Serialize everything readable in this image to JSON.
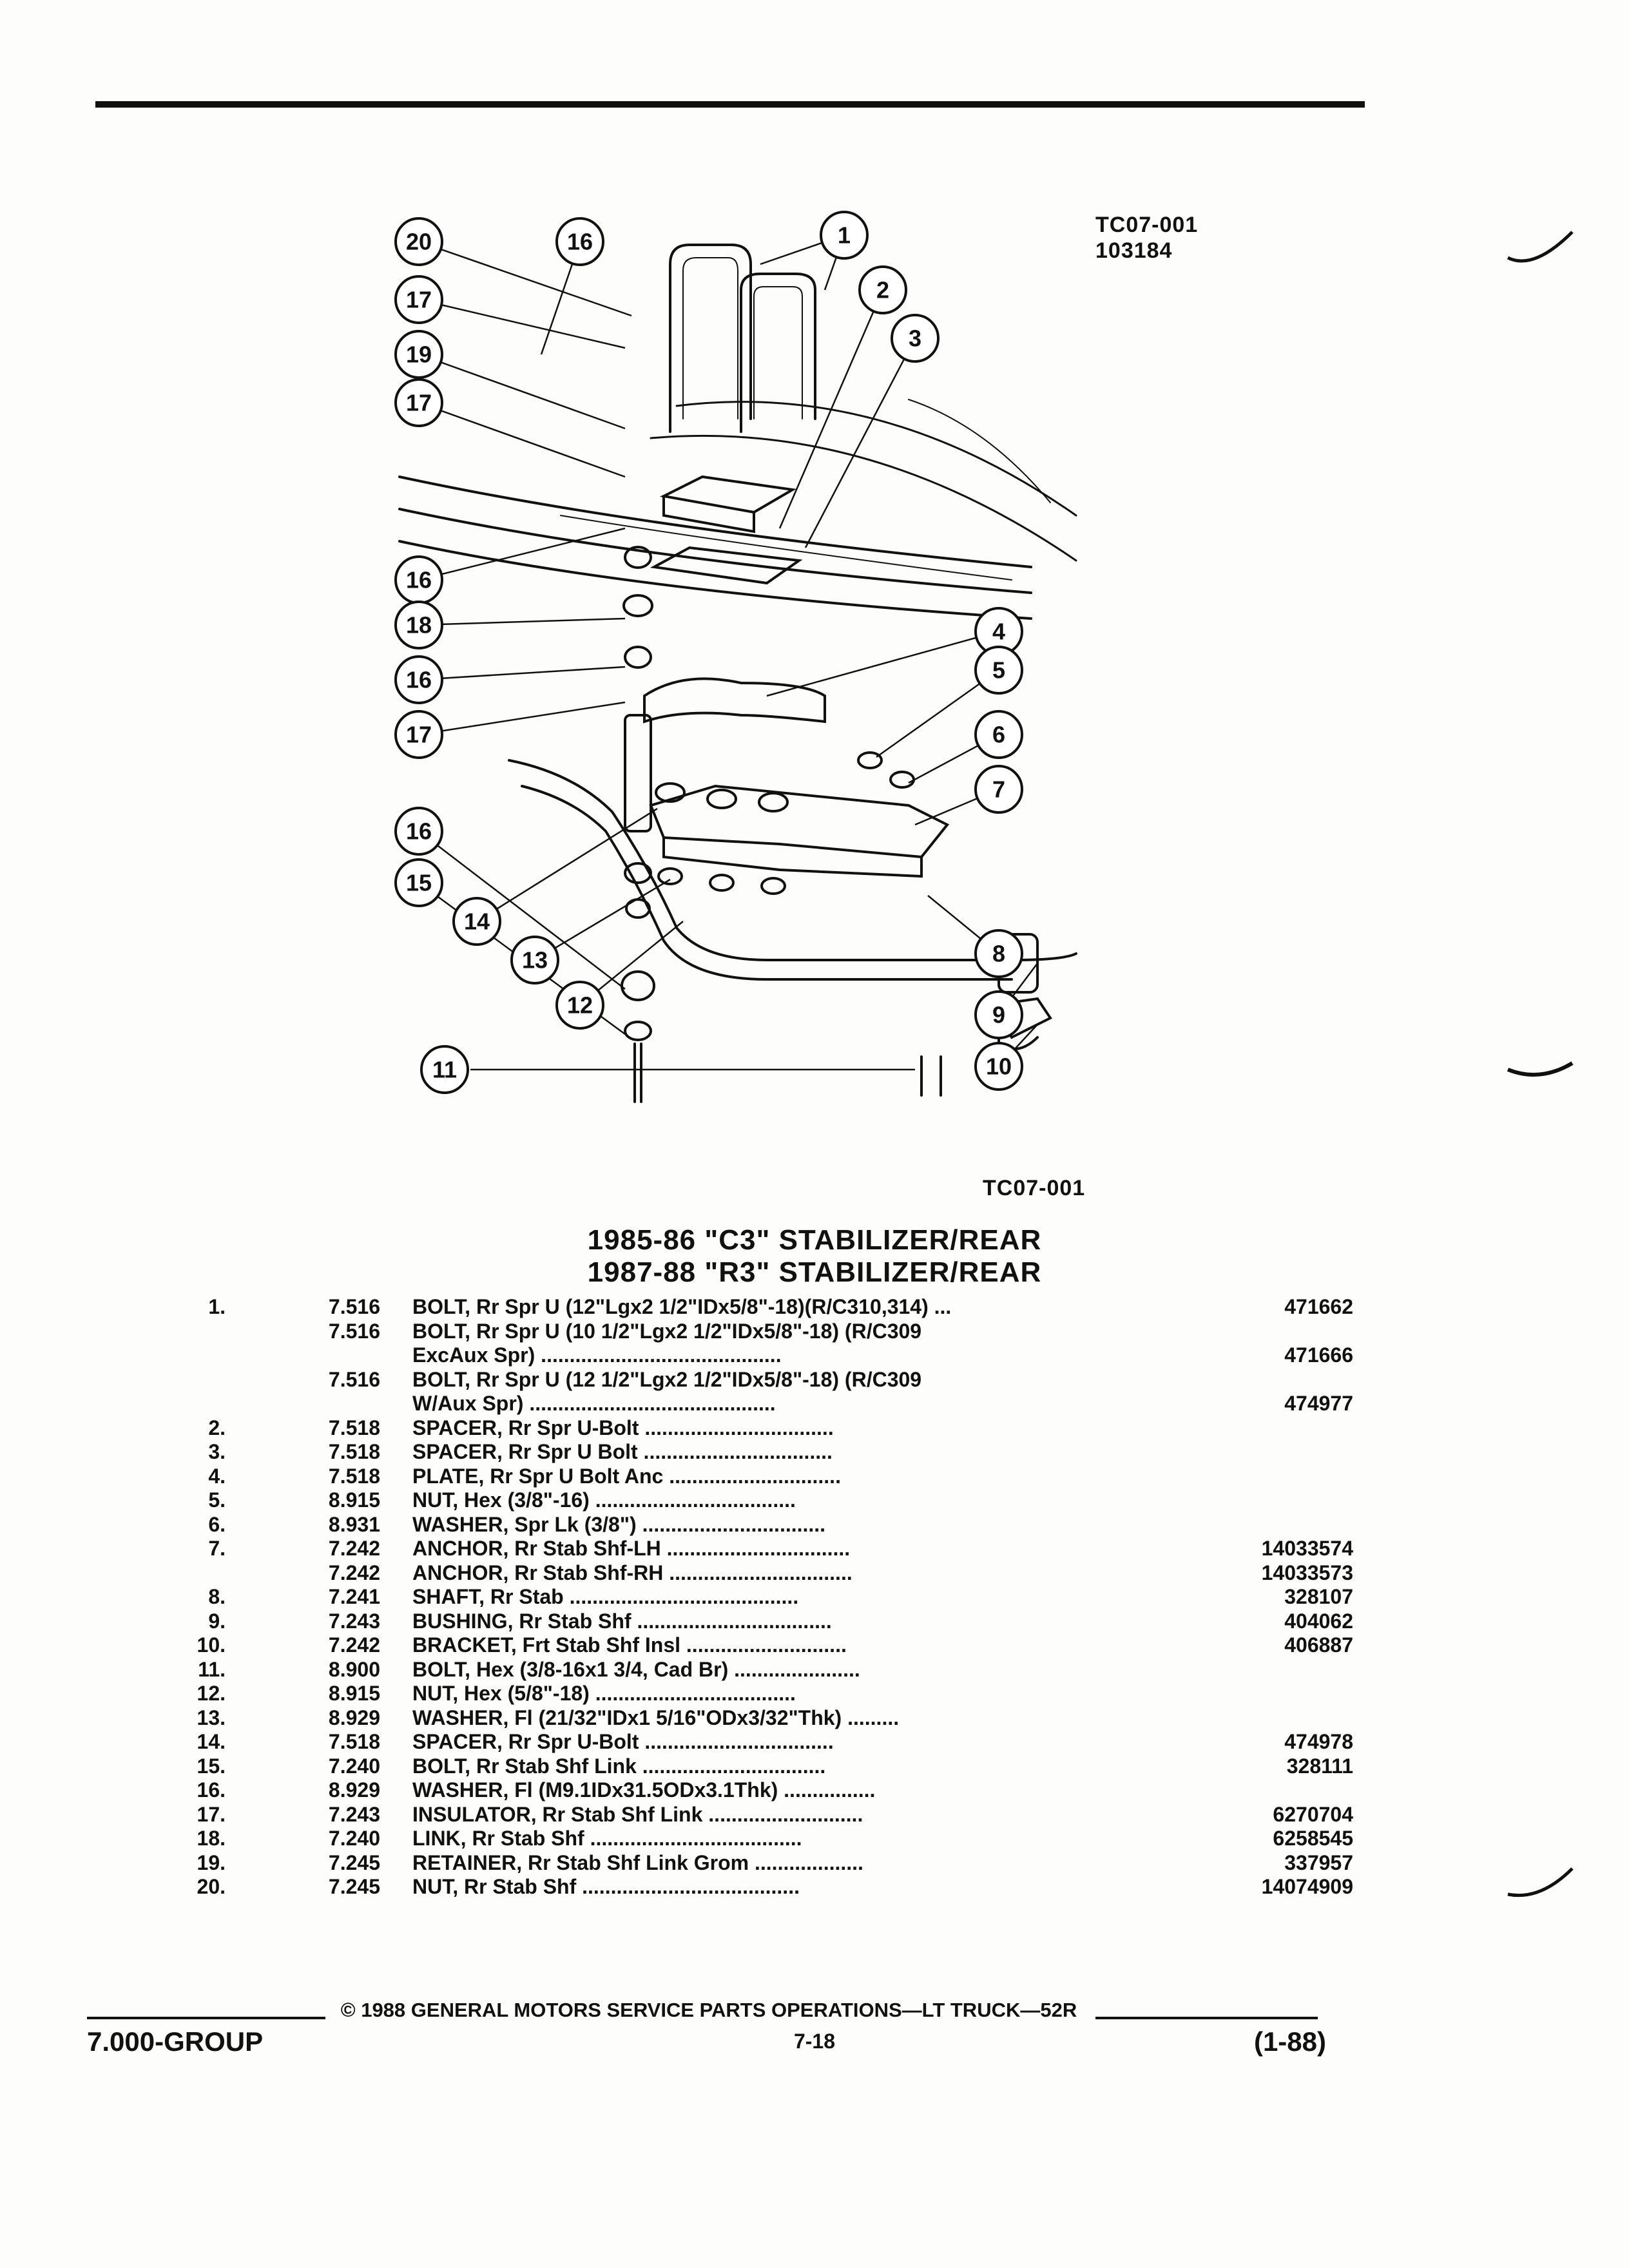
{
  "header": {
    "drawing_code": "TC07-001",
    "drawing_date": "103184",
    "caption_code": "TC07-001"
  },
  "callouts": [
    "20",
    "16",
    "1",
    "17",
    "2",
    "19",
    "3",
    "17",
    "16",
    "18",
    "4",
    "16",
    "5",
    "17",
    "6",
    "7",
    "16",
    "15",
    "14",
    "8",
    "13",
    "12",
    "9",
    "11",
    "10"
  ],
  "title": {
    "line1": "1985-86 \"C3\" STABILIZER/REAR",
    "line2": "1987-88 \"R3\" STABILIZER/REAR"
  },
  "parts": [
    {
      "no": "1.",
      "group": "7.516",
      "desc": "BOLT, Rr Spr U (12\"Lgx2 1/2\"IDx5/8\"-18)(R/C310,314) ...",
      "part": "471662"
    },
    {
      "no": "",
      "group": "7.516",
      "desc": "BOLT, Rr Spr U (10 1/2\"Lgx2 1/2\"IDx5/8\"-18) (R/C309",
      "part": ""
    },
    {
      "no": "",
      "group": "",
      "desc": "ExcAux Spr) ..........................................",
      "part": "471666"
    },
    {
      "no": "",
      "group": "7.516",
      "desc": "BOLT, Rr Spr U (12 1/2\"Lgx2 1/2\"IDx5/8\"-18) (R/C309",
      "part": ""
    },
    {
      "no": "",
      "group": "",
      "desc": "W/Aux Spr) ...........................................",
      "part": "474977"
    },
    {
      "no": "2.",
      "group": "7.518",
      "desc": "SPACER, Rr Spr U-Bolt .................................",
      "part": ""
    },
    {
      "no": "3.",
      "group": "7.518",
      "desc": "SPACER, Rr Spr U Bolt .................................",
      "part": ""
    },
    {
      "no": "4.",
      "group": "7.518",
      "desc": "PLATE, Rr Spr U Bolt Anc ..............................",
      "part": ""
    },
    {
      "no": "5.",
      "group": "8.915",
      "desc": "NUT, Hex (3/8\"-16) ...................................",
      "part": ""
    },
    {
      "no": "6.",
      "group": "8.931",
      "desc": "WASHER, Spr Lk (3/8\") ................................",
      "part": ""
    },
    {
      "no": "7.",
      "group": "7.242",
      "desc": "ANCHOR, Rr Stab Shf-LH ................................",
      "part": "14033574"
    },
    {
      "no": "",
      "group": "7.242",
      "desc": "ANCHOR, Rr Stab Shf-RH ................................",
      "part": "14033573"
    },
    {
      "no": "8.",
      "group": "7.241",
      "desc": "SHAFT, Rr Stab ........................................",
      "part": "328107"
    },
    {
      "no": "9.",
      "group": "7.243",
      "desc": "BUSHING, Rr Stab Shf ..................................",
      "part": "404062"
    },
    {
      "no": "10.",
      "group": "7.242",
      "desc": "BRACKET, Frt Stab Shf Insl ............................",
      "part": "406887"
    },
    {
      "no": "11.",
      "group": "8.900",
      "desc": "BOLT, Hex (3/8-16x1 3/4, Cad Br) ......................",
      "part": ""
    },
    {
      "no": "12.",
      "group": "8.915",
      "desc": "NUT, Hex (5/8\"-18) ...................................",
      "part": ""
    },
    {
      "no": "13.",
      "group": "8.929",
      "desc": "WASHER, Fl (21/32\"IDx1 5/16\"ODx3/32\"Thk) .........",
      "part": ""
    },
    {
      "no": "14.",
      "group": "7.518",
      "desc": "SPACER, Rr Spr U-Bolt .................................",
      "part": "474978"
    },
    {
      "no": "15.",
      "group": "7.240",
      "desc": "BOLT, Rr Stab Shf Link ................................",
      "part": "328111"
    },
    {
      "no": "16.",
      "group": "8.929",
      "desc": "WASHER, Fl (M9.1IDx31.5ODx3.1Thk) ................",
      "part": ""
    },
    {
      "no": "17.",
      "group": "7.243",
      "desc": "INSULATOR, Rr Stab Shf Link ...........................",
      "part": "6270704"
    },
    {
      "no": "18.",
      "group": "7.240",
      "desc": "LINK, Rr Stab Shf .....................................",
      "part": "6258545"
    },
    {
      "no": "19.",
      "group": "7.245",
      "desc": "RETAINER, Rr Stab Shf Link Grom ...................",
      "part": "337957"
    },
    {
      "no": "20.",
      "group": "7.245",
      "desc": "NUT, Rr Stab Shf ......................................",
      "part": "14074909"
    }
  ],
  "footer": {
    "copyright": "© 1988 GENERAL MOTORS SERVICE PARTS OPERATIONS—LT TRUCK—52R",
    "group": "7.000-GROUP",
    "page": "7-18",
    "date": "(1-88)"
  }
}
